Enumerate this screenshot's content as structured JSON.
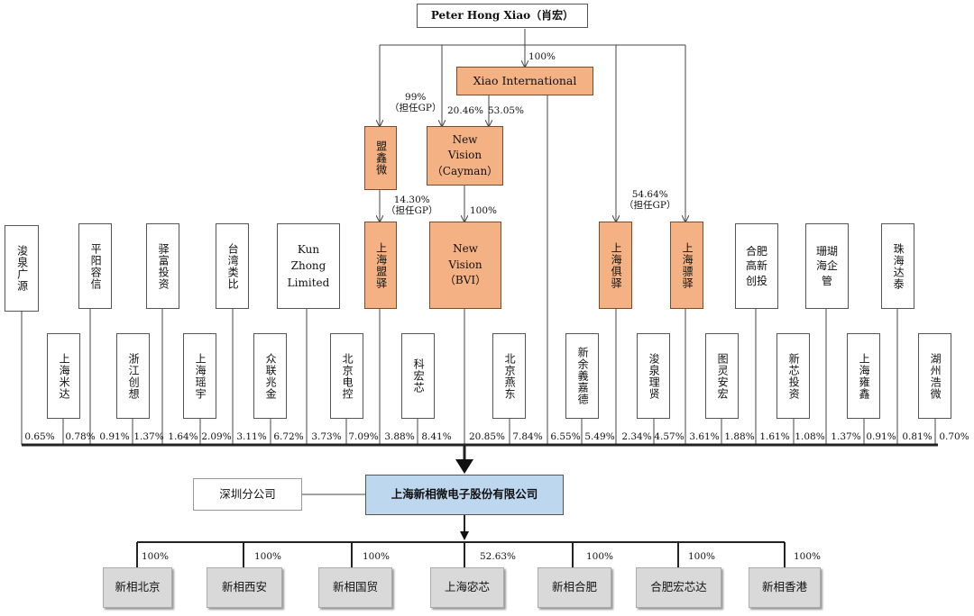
{
  "top": "Peter Hong Xiao（肖宏）",
  "xiao_intl": {
    "name": "Xiao International",
    "pct": "100%"
  },
  "mengxinwei": {
    "name": "盟鑫微",
    "pct": "99%",
    "note": "（担任GP）"
  },
  "nv_cayman": {
    "line1": "New",
    "line2": "Vision",
    "line3": "（Cayman）",
    "pct_a": "20.46%",
    "pct_b": "53.05%"
  },
  "mengyi": {
    "name": "上海盟驿",
    "pct": "14.30%",
    "note": "（担任GP）"
  },
  "nv_bvi": {
    "line1": "New",
    "line2": "Vision",
    "line3": "（BVI）",
    "pct": "100%"
  },
  "juyi": {
    "name": "上海俱驿",
    "pct": "54.64%",
    "note": "（担任GP）"
  },
  "biaoyi": {
    "name": "上海骠驿"
  },
  "kun": {
    "line1": "Kun",
    "line2": "Zhong",
    "line3": "Limited"
  },
  "upper_holders": [
    "浚泉广源",
    "平阳容信",
    "驿富投资",
    "台湾类比",
    "合肥高新创投",
    "珊瑚海企管",
    "珠海达泰"
  ],
  "lower_holders": [
    "上海米达",
    "浙江创想",
    "上海瑶宇",
    "众联兆金",
    "北京电控",
    "科宏芯",
    "北京燕东",
    "新余義嘉德",
    "浚泉理贤",
    "图灵安宏",
    "新芯投资",
    "上海雍鑫",
    "湖州浩微"
  ],
  "bottom_pcts": [
    "0.65%",
    "0.78%",
    "0.91%",
    "1.37%",
    "1.64%",
    "2.09%",
    "3.11%",
    "6.72%",
    "3.73%",
    "7.09%",
    "3.88%",
    "8.41%",
    "20.85%",
    "7.84%",
    "6.55%",
    "5.49%",
    "2.34%",
    "4.57%",
    "3.61%",
    "1.88%",
    "1.61%",
    "1.08%",
    "1.37%",
    "0.91%",
    "0.81%",
    "0.70%"
  ],
  "company": "上海新相微电子股份有限公司",
  "branch": "深圳分公司",
  "subsidiaries": [
    {
      "name": "新相北京",
      "pct": "100%"
    },
    {
      "name": "新相西安",
      "pct": "100%"
    },
    {
      "name": "新相国贸",
      "pct": "100%"
    },
    {
      "name": "上海宓芯",
      "pct": "52.63%"
    },
    {
      "name": "新相合肥",
      "pct": "100%"
    },
    {
      "name": "合肥宏芯达",
      "pct": "100%"
    },
    {
      "name": "新相香港",
      "pct": "100%"
    }
  ],
  "colors": {
    "entity_highlight": "#f4b183",
    "company": "#bdd7ee",
    "subsidiary": "#d9d9d9"
  }
}
